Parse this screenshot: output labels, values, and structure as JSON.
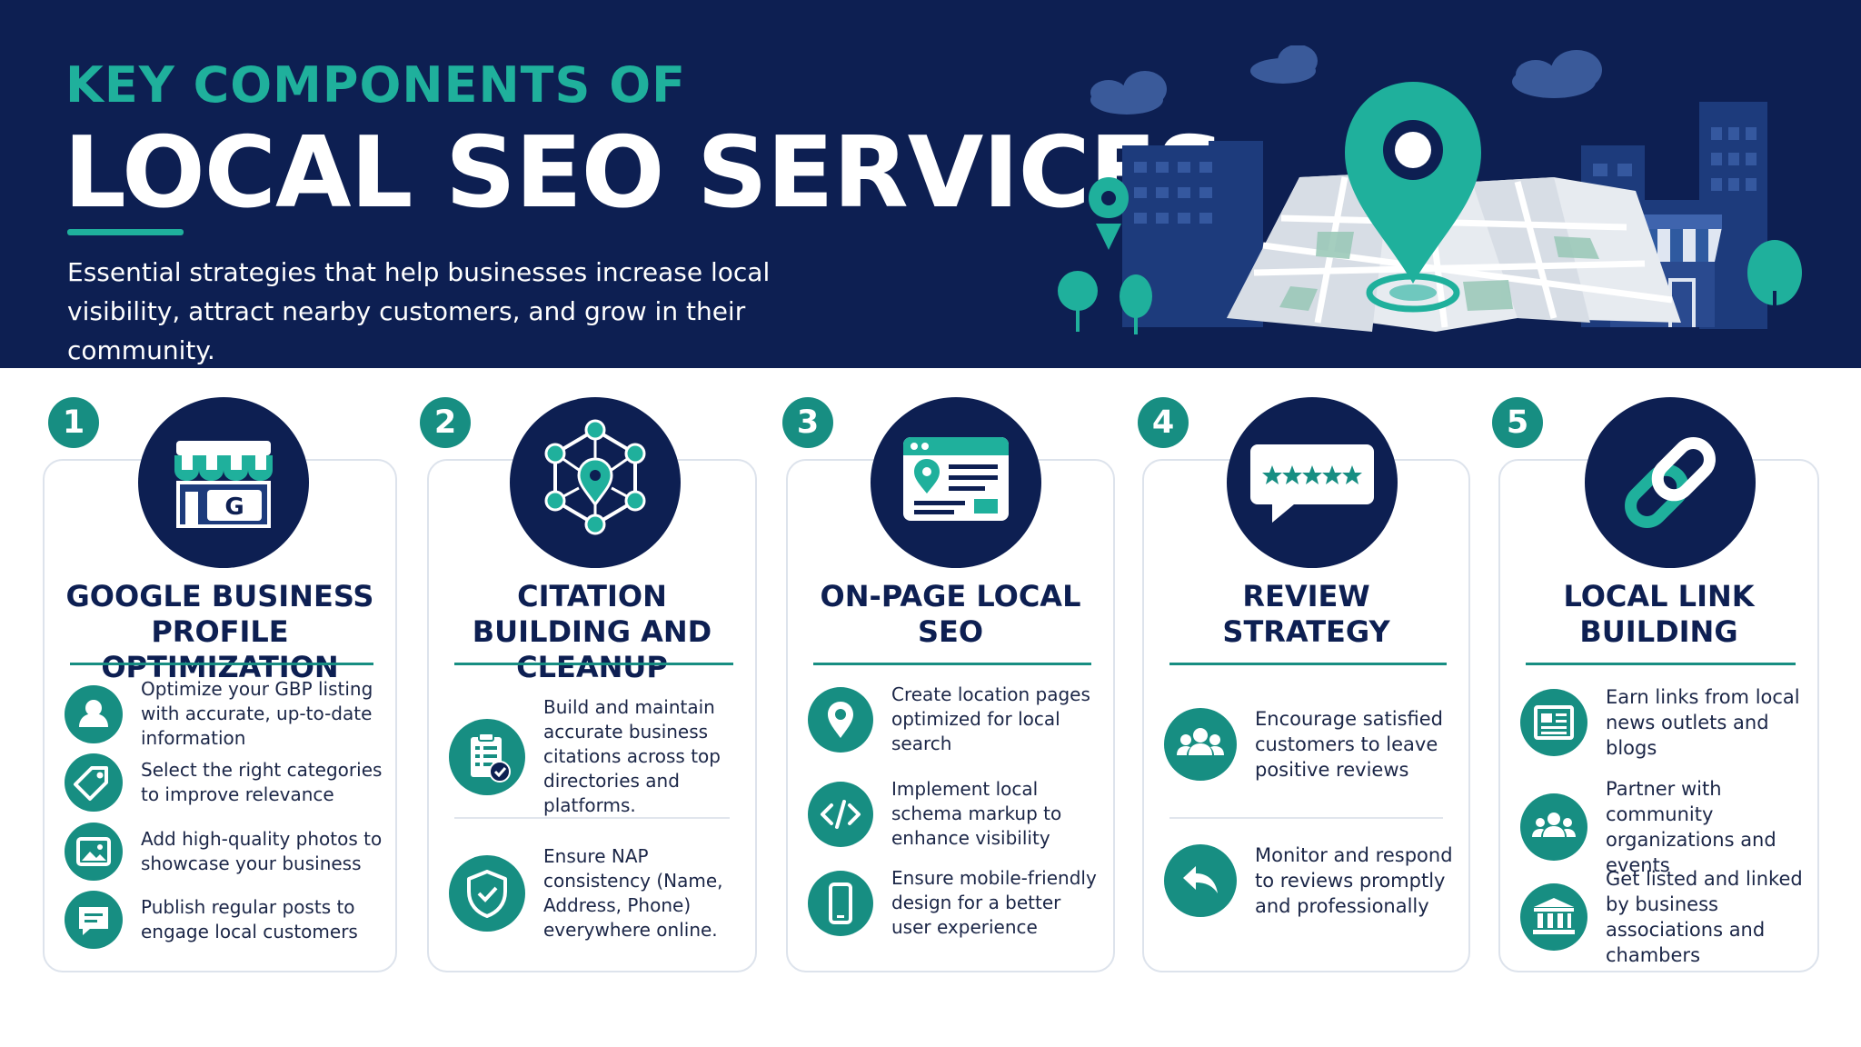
{
  "header": {
    "kicker": "KEY COMPONENTS OF",
    "title": "LOCAL SEO SERVICES",
    "subtitle": "Essential strategies that help businesses increase local visibility, attract nearby customers, and grow in their community."
  },
  "colors": {
    "navy": "#0d1f52",
    "teal": "#178e82",
    "accent": "#1fb09c"
  },
  "cards": [
    {
      "number": "1",
      "icon": "storefront-g-icon",
      "title": "GOOGLE BUSINESS PROFILE OPTIMIZATION",
      "items": [
        {
          "icon": "user-icon",
          "text": "Optimize your GBP listing with accurate, up-to-date information"
        },
        {
          "icon": "tag-icon",
          "text": "Select the right categories to improve relevance"
        },
        {
          "icon": "image-icon",
          "text": "Add high-quality photos to showcase your business"
        },
        {
          "icon": "message-icon",
          "text": "Publish regular posts to engage local customers"
        }
      ]
    },
    {
      "number": "2",
      "icon": "network-pin-icon",
      "title": "CITATION BUILDING AND CLEANUP",
      "items": [
        {
          "icon": "clipboard-check-icon",
          "text": "Build and maintain accurate business citations across top directories and platforms."
        },
        {
          "icon": "shield-check-icon",
          "text": "Ensure NAP consistency (Name, Address, Phone) everywhere online."
        }
      ]
    },
    {
      "number": "3",
      "icon": "webpage-pin-icon",
      "title": "ON-PAGE LOCAL SEO",
      "items": [
        {
          "icon": "location-pin-icon",
          "text": "Create location pages optimized for local search"
        },
        {
          "icon": "code-icon",
          "text": "Implement local schema markup to enhance visibility"
        },
        {
          "icon": "mobile-icon",
          "text": "Ensure mobile-friendly design for a better user experience"
        }
      ]
    },
    {
      "number": "4",
      "icon": "review-stars-icon",
      "title": "REVIEW STRATEGY",
      "items": [
        {
          "icon": "customers-icon",
          "text": "Encourage satisfied customers to leave positive reviews"
        },
        {
          "icon": "reply-icon",
          "text": "Monitor and respond to reviews promptly and professionally"
        }
      ]
    },
    {
      "number": "5",
      "icon": "chain-link-icon",
      "title": "LOCAL LINK BUILDING",
      "items": [
        {
          "icon": "newspaper-icon",
          "text": "Earn links from local news outlets and blogs"
        },
        {
          "icon": "community-icon",
          "text": "Partner with community organizations and events"
        },
        {
          "icon": "institution-icon",
          "text": "Get listed and linked by business associations and chambers"
        }
      ]
    }
  ]
}
